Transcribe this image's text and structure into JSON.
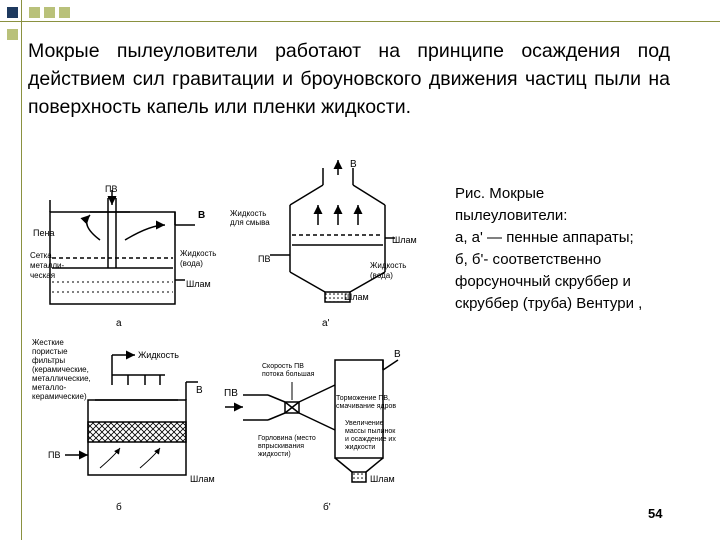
{
  "body_text": "Мокрые пылеуловители работают на принципе осаждения под действием сил гравитации и броуновского движения частиц пыли на поверхность капель или пленки жидкости.",
  "figure_caption": "Рис. Мокрые\nпылеуловители:\nа, а' — пенные аппараты;\n б, б'- соответственно\nфорсуночный скруббер и\nскруббер (труба) Вентури ,",
  "page_number": "54",
  "diagram_a": {
    "pv": "ПВ",
    "v": "В",
    "pena": "Пена",
    "setka": [
      "Сетка",
      "металли-",
      "ческая"
    ],
    "zhidkost": [
      "Жидкость",
      "(вода)"
    ],
    "shlam": "Шлам",
    "sublabel": "а"
  },
  "diagram_a2": {
    "v": "В",
    "zhidkost_smyv": [
      "Жидкость",
      "для смыва"
    ],
    "shlam_top": "Шлам",
    "pv": "ПВ",
    "zhidkost": [
      "Жидкость",
      "(вода)"
    ],
    "shlam_bottom": "Шлам",
    "sublabel": "а'"
  },
  "diagram_b": {
    "filters": [
      "Жесткие",
      "пористые",
      "фильтры",
      "(керамические,",
      "металлические,",
      "металло-",
      "керамические)"
    ],
    "zhidkost": "Жидкость",
    "v": "В",
    "pv": "ПВ",
    "shlam": "Шлам",
    "sublabel": "б"
  },
  "diagram_b2": {
    "skorost": [
      "Скорость ПВ",
      "потока большая"
    ],
    "v": "В",
    "pv": "ПВ",
    "tormozhenie": [
      "Торможение ПВ,",
      "смачивание ядров"
    ],
    "gorlovina": [
      "Горловина (место",
      "впрыскивания",
      "жидкости)"
    ],
    "uvelichenie": [
      "Увеличение",
      "массы пылинок",
      "и осаждение их",
      "жидкости"
    ],
    "shlam": "Шлам",
    "sublabel": "б'"
  },
  "colors": {
    "accent": "#b9c17a",
    "dark_square": "#1e3a5f"
  }
}
